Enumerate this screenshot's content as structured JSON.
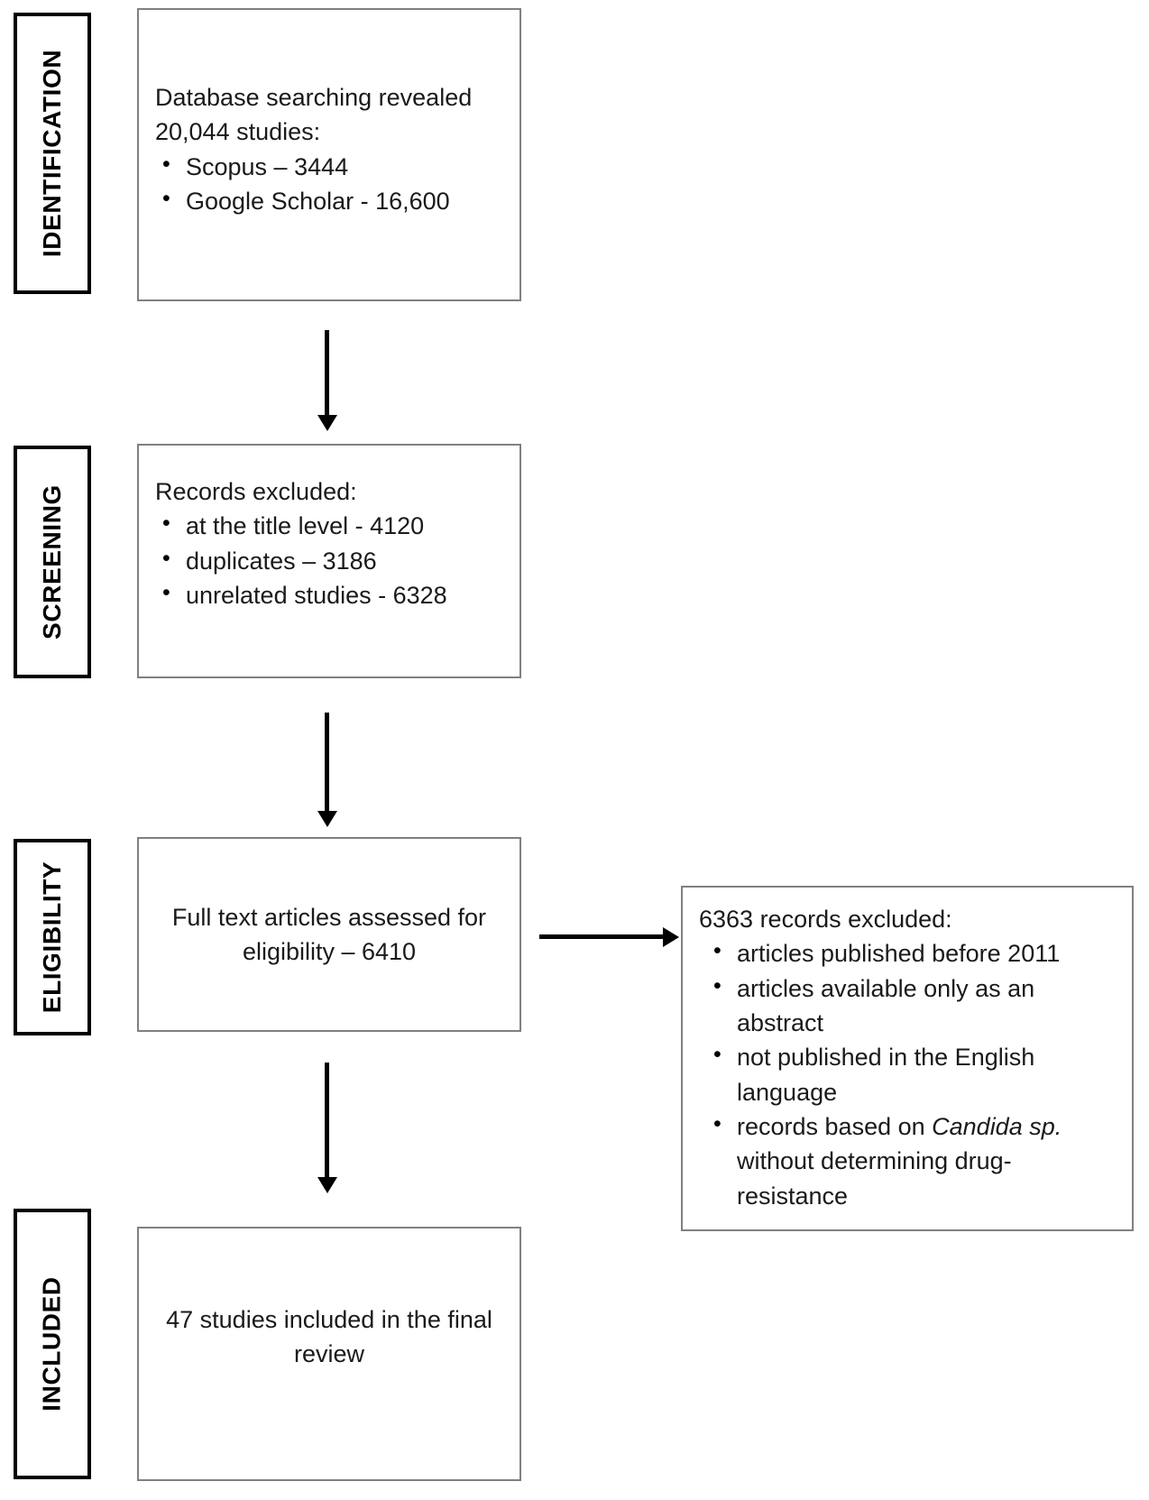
{
  "stages": [
    {
      "id": "identification",
      "label": "IDENTIFICATION"
    },
    {
      "id": "screening",
      "label": "SCREENING"
    },
    {
      "id": "eligibility",
      "label": "ELIGIBILITY"
    },
    {
      "id": "included",
      "label": "INCLUDED"
    }
  ],
  "identification": {
    "lead": "Database searching revealed 20,044 studies:",
    "items": [
      "Scopus – 3444",
      "Google Scholar - 16,600"
    ]
  },
  "screening": {
    "lead": "Records excluded:",
    "items": [
      "at the title level - 4120",
      "duplicates – 3186",
      "unrelated studies - 6328"
    ]
  },
  "eligibility": {
    "text": "Full text articles assessed for eligibility – 6410"
  },
  "exclusion": {
    "lead": "6363 records excluded:",
    "items": [
      {
        "text": "articles published before 2011"
      },
      {
        "text": "articles available only as an abstract"
      },
      {
        "text": "not published in the English language"
      },
      {
        "prefix": "records  based on ",
        "italic": "Candida sp.",
        "suffix": " without determining drug-resistance"
      }
    ]
  },
  "included": {
    "text": "47 studies included in the final review"
  },
  "colors": {
    "stage_border": "#000000",
    "box_border": "#808080",
    "arrow": "#000000",
    "text": "#1a1a1a",
    "background": "#ffffff"
  }
}
